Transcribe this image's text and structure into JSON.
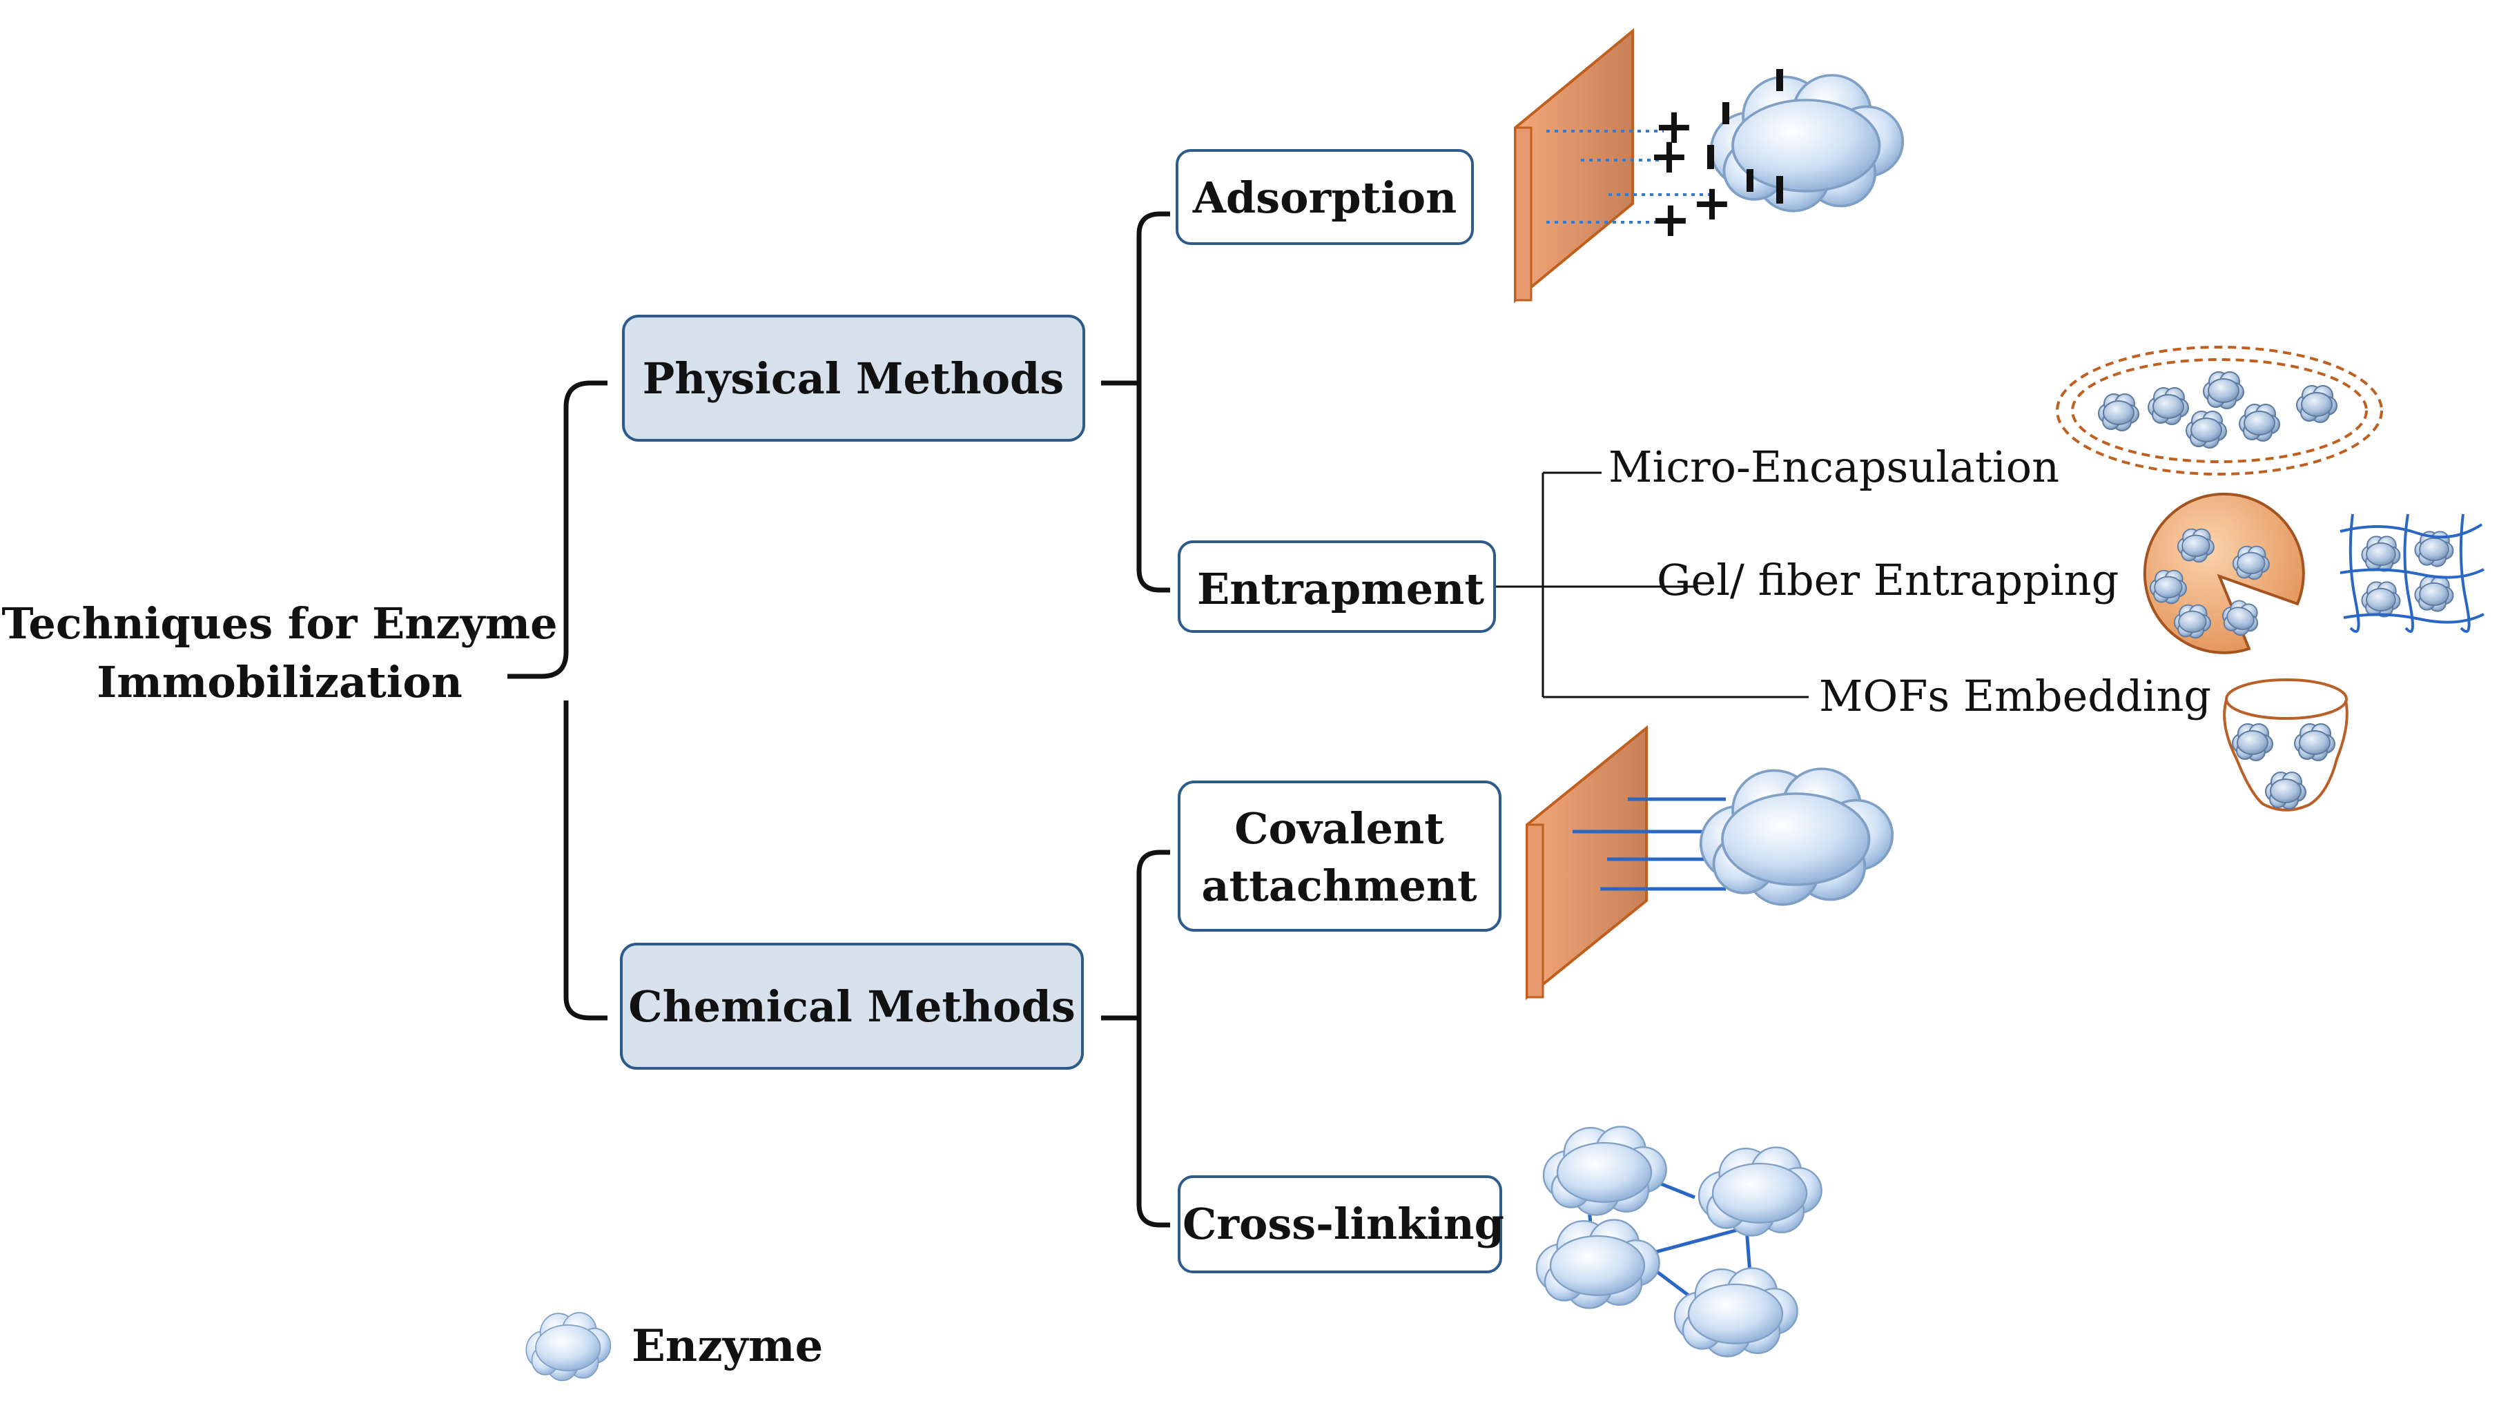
{
  "root": {
    "line1": "Techniques for Enzyme",
    "line2": "Immobilization"
  },
  "physical": {
    "label": "Physical Methods"
  },
  "chemical": {
    "label": "Chemical Methods"
  },
  "adsorption": {
    "label": "Adsorption"
  },
  "entrapment": {
    "label": "Entrapment"
  },
  "covalent": {
    "line1": "Covalent",
    "line2": "attachment"
  },
  "crosslinking": {
    "label": "Cross-linking"
  },
  "entrapment_types": {
    "micro": "Micro-Encapsulation",
    "gel": "Gel/ fiber Entrapping",
    "mof": "MOFs Embedding"
  },
  "legend": {
    "label": "Enzyme"
  },
  "charges": {
    "plus": "+",
    "minus": "−"
  },
  "colors": {
    "box_fill_method": "#d6e1ec",
    "box_stroke": "#2e5b8a",
    "plate_fill": "#d98c5f",
    "plate_stroke": "#c06020",
    "link_line": "#3a78c8",
    "enzyme_fill": "#cfe0f4",
    "enzyme_stroke": "#7f9fc4"
  }
}
